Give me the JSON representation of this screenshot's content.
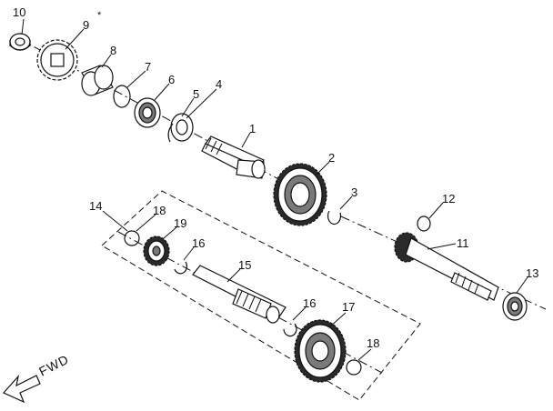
{
  "parts": [
    {
      "id": "1",
      "label": "1"
    },
    {
      "id": "2",
      "label": "2"
    },
    {
      "id": "3",
      "label": "3"
    },
    {
      "id": "4",
      "label": "4"
    },
    {
      "id": "5",
      "label": "5"
    },
    {
      "id": "6",
      "label": "6"
    },
    {
      "id": "7",
      "label": "7"
    },
    {
      "id": "8",
      "label": "8"
    },
    {
      "id": "9",
      "label": "9"
    },
    {
      "id": "10",
      "label": "10"
    },
    {
      "id": "11",
      "label": "11"
    },
    {
      "id": "12",
      "label": "12"
    },
    {
      "id": "13",
      "label": "13"
    },
    {
      "id": "14",
      "label": "14"
    },
    {
      "id": "15",
      "label": "15"
    },
    {
      "id": "16a",
      "label": "16"
    },
    {
      "id": "16b",
      "label": "16"
    },
    {
      "id": "17",
      "label": "17"
    },
    {
      "id": "18a",
      "label": "18"
    },
    {
      "id": "18b",
      "label": "18"
    },
    {
      "id": "19",
      "label": "19"
    }
  ],
  "asterisk": "*",
  "direction_label": "FWD",
  "colors": {
    "ink": "#111111",
    "gear_dark": "#2a2a2a",
    "gear_mid": "#7a7a7a",
    "paper": "#ffffff"
  }
}
